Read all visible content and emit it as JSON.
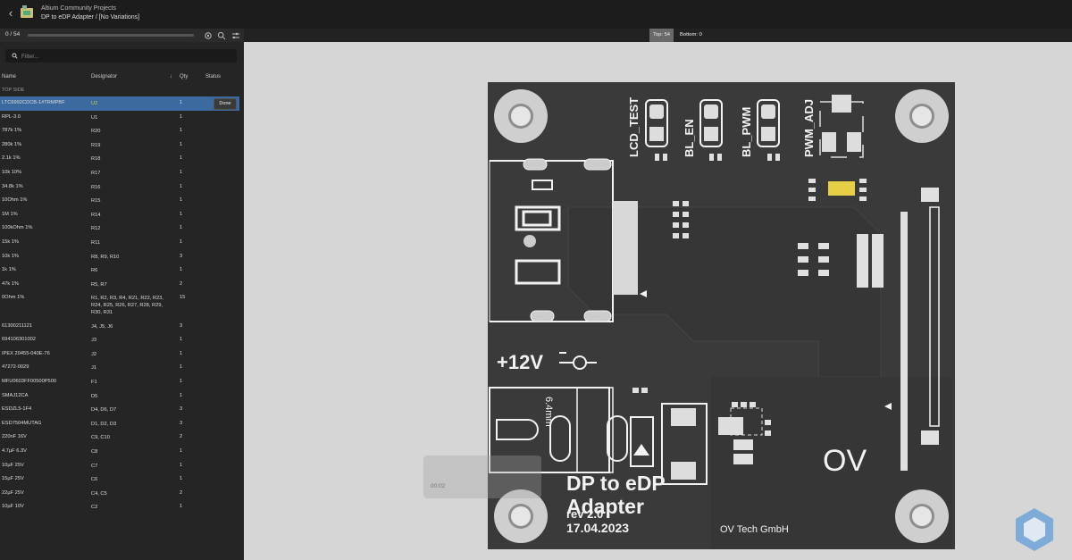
{
  "header": {
    "back_icon": "back-chevron-icon",
    "title": "Altium Community Projects",
    "subtitle": "DP to eDP Adapter / [No Variations]"
  },
  "progress": {
    "count": "0 / 54",
    "fraction": 0
  },
  "filter": {
    "placeholder": "Filter..."
  },
  "table": {
    "columns": {
      "name": "Name",
      "designator": "Designator",
      "qty": "Qty",
      "status": "Status"
    },
    "section": "TOP SIDE",
    "rows": [
      {
        "name": "LTC6992CDCB-1#TRMPBF",
        "designator": "U2",
        "qty": "1",
        "status": "Done"
      },
      {
        "name": "RPL-3.0",
        "designator": "U1",
        "qty": "1"
      },
      {
        "name": "787k 1%",
        "designator": "R20",
        "qty": "1"
      },
      {
        "name": "280k 1%",
        "designator": "R19",
        "qty": "1"
      },
      {
        "name": "2.1k 1%",
        "designator": "R18",
        "qty": "1"
      },
      {
        "name": "10k 10%",
        "designator": "R17",
        "qty": "1"
      },
      {
        "name": "34.8k 1%",
        "designator": "R16",
        "qty": "1"
      },
      {
        "name": "10Ohm 1%",
        "designator": "R15",
        "qty": "1"
      },
      {
        "name": "1M 1%",
        "designator": "R14",
        "qty": "1"
      },
      {
        "name": "100kOhm 1%",
        "designator": "R12",
        "qty": "1"
      },
      {
        "name": "15k 1%",
        "designator": "R11",
        "qty": "1"
      },
      {
        "name": "10k 1%",
        "designator": "R8, R9, R10",
        "qty": "3"
      },
      {
        "name": "1k 1%",
        "designator": "R6",
        "qty": "1"
      },
      {
        "name": "47k 1%",
        "designator": "R5, R7",
        "qty": "2"
      },
      {
        "name": "0Ohm 1%",
        "designator": "R1, R2, R3, R4, R21, R22, R23, R24, R25, R26, R27, R28, R29, R30, R31",
        "qty": "15"
      },
      {
        "name": "61300211121",
        "designator": "J4, J5, J6",
        "qty": "3"
      },
      {
        "name": "694106301002",
        "designator": "J3",
        "qty": "1"
      },
      {
        "name": "IPEX 20455-040E-76",
        "designator": "J2",
        "qty": "1"
      },
      {
        "name": "47272-0029",
        "designator": "J1",
        "qty": "1"
      },
      {
        "name": "MFU0603FF00500P500",
        "designator": "F1",
        "qty": "1"
      },
      {
        "name": "SMAJ12CA",
        "designator": "D5",
        "qty": "1"
      },
      {
        "name": "ESDZL5-1F4",
        "designator": "D4, D6, D7",
        "qty": "3"
      },
      {
        "name": "ESD7504MUTAG",
        "designator": "D1, D2, D3",
        "qty": "3"
      },
      {
        "name": "220nF 16V",
        "designator": "C9, C10",
        "qty": "2"
      },
      {
        "name": "4.7µF 6.3V",
        "designator": "C8",
        "qty": "1"
      },
      {
        "name": "10µF 25V",
        "designator": "C7",
        "qty": "1"
      },
      {
        "name": "15µF 25V",
        "designator": "C6",
        "qty": "1"
      },
      {
        "name": "22µF 25V",
        "designator": "C4, C5",
        "qty": "2"
      },
      {
        "name": "10µF 10V",
        "designator": "C2",
        "qty": "1"
      }
    ]
  },
  "viewer": {
    "top_label": "Top: 54",
    "bottom_label": "Bottom: 0"
  },
  "pcb": {
    "labels": {
      "lcd_test": "LCD_TEST",
      "bl_en": "BL_EN",
      "bl_pwm": "BL_PWM",
      "pwm_adj": "PWM_ADJ",
      "v12": "+12V",
      "size": "6.4mm",
      "title1": "DP to eDP",
      "title2": "Adapter",
      "rev": "rev 2.0",
      "date": "17.04.2023",
      "company": "OV Tech GmbH",
      "logo": "OV"
    }
  },
  "media": {
    "time": "00:02"
  },
  "colors": {
    "accent": "#3b6aa0",
    "designator": "#d8c84a",
    "pcb": "#3a3a3a",
    "silk": "#f2f2f2"
  }
}
